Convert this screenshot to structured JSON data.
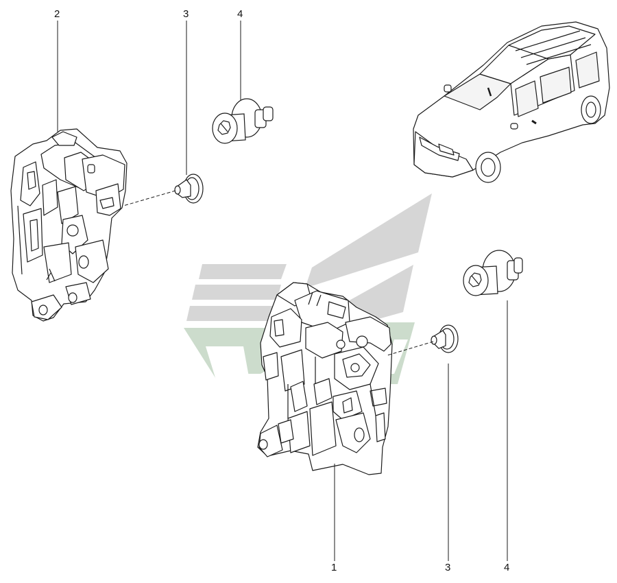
{
  "callouts": {
    "part_1": "1",
    "part_2": "2",
    "screw_top": "3",
    "screw_bottom": "3",
    "bolt_top": "4",
    "bolt_bottom": "4"
  },
  "colors": {
    "line": "#1a1a1a",
    "watermark_gray": "#d4d4d4",
    "watermark_green": "#c9d9c9",
    "car_window": "#f4f4f4"
  },
  "icons": [
    "lock-mechanism",
    "torx-screw",
    "shoulder-bolt",
    "car-vehicle",
    "watermark-logo"
  ]
}
